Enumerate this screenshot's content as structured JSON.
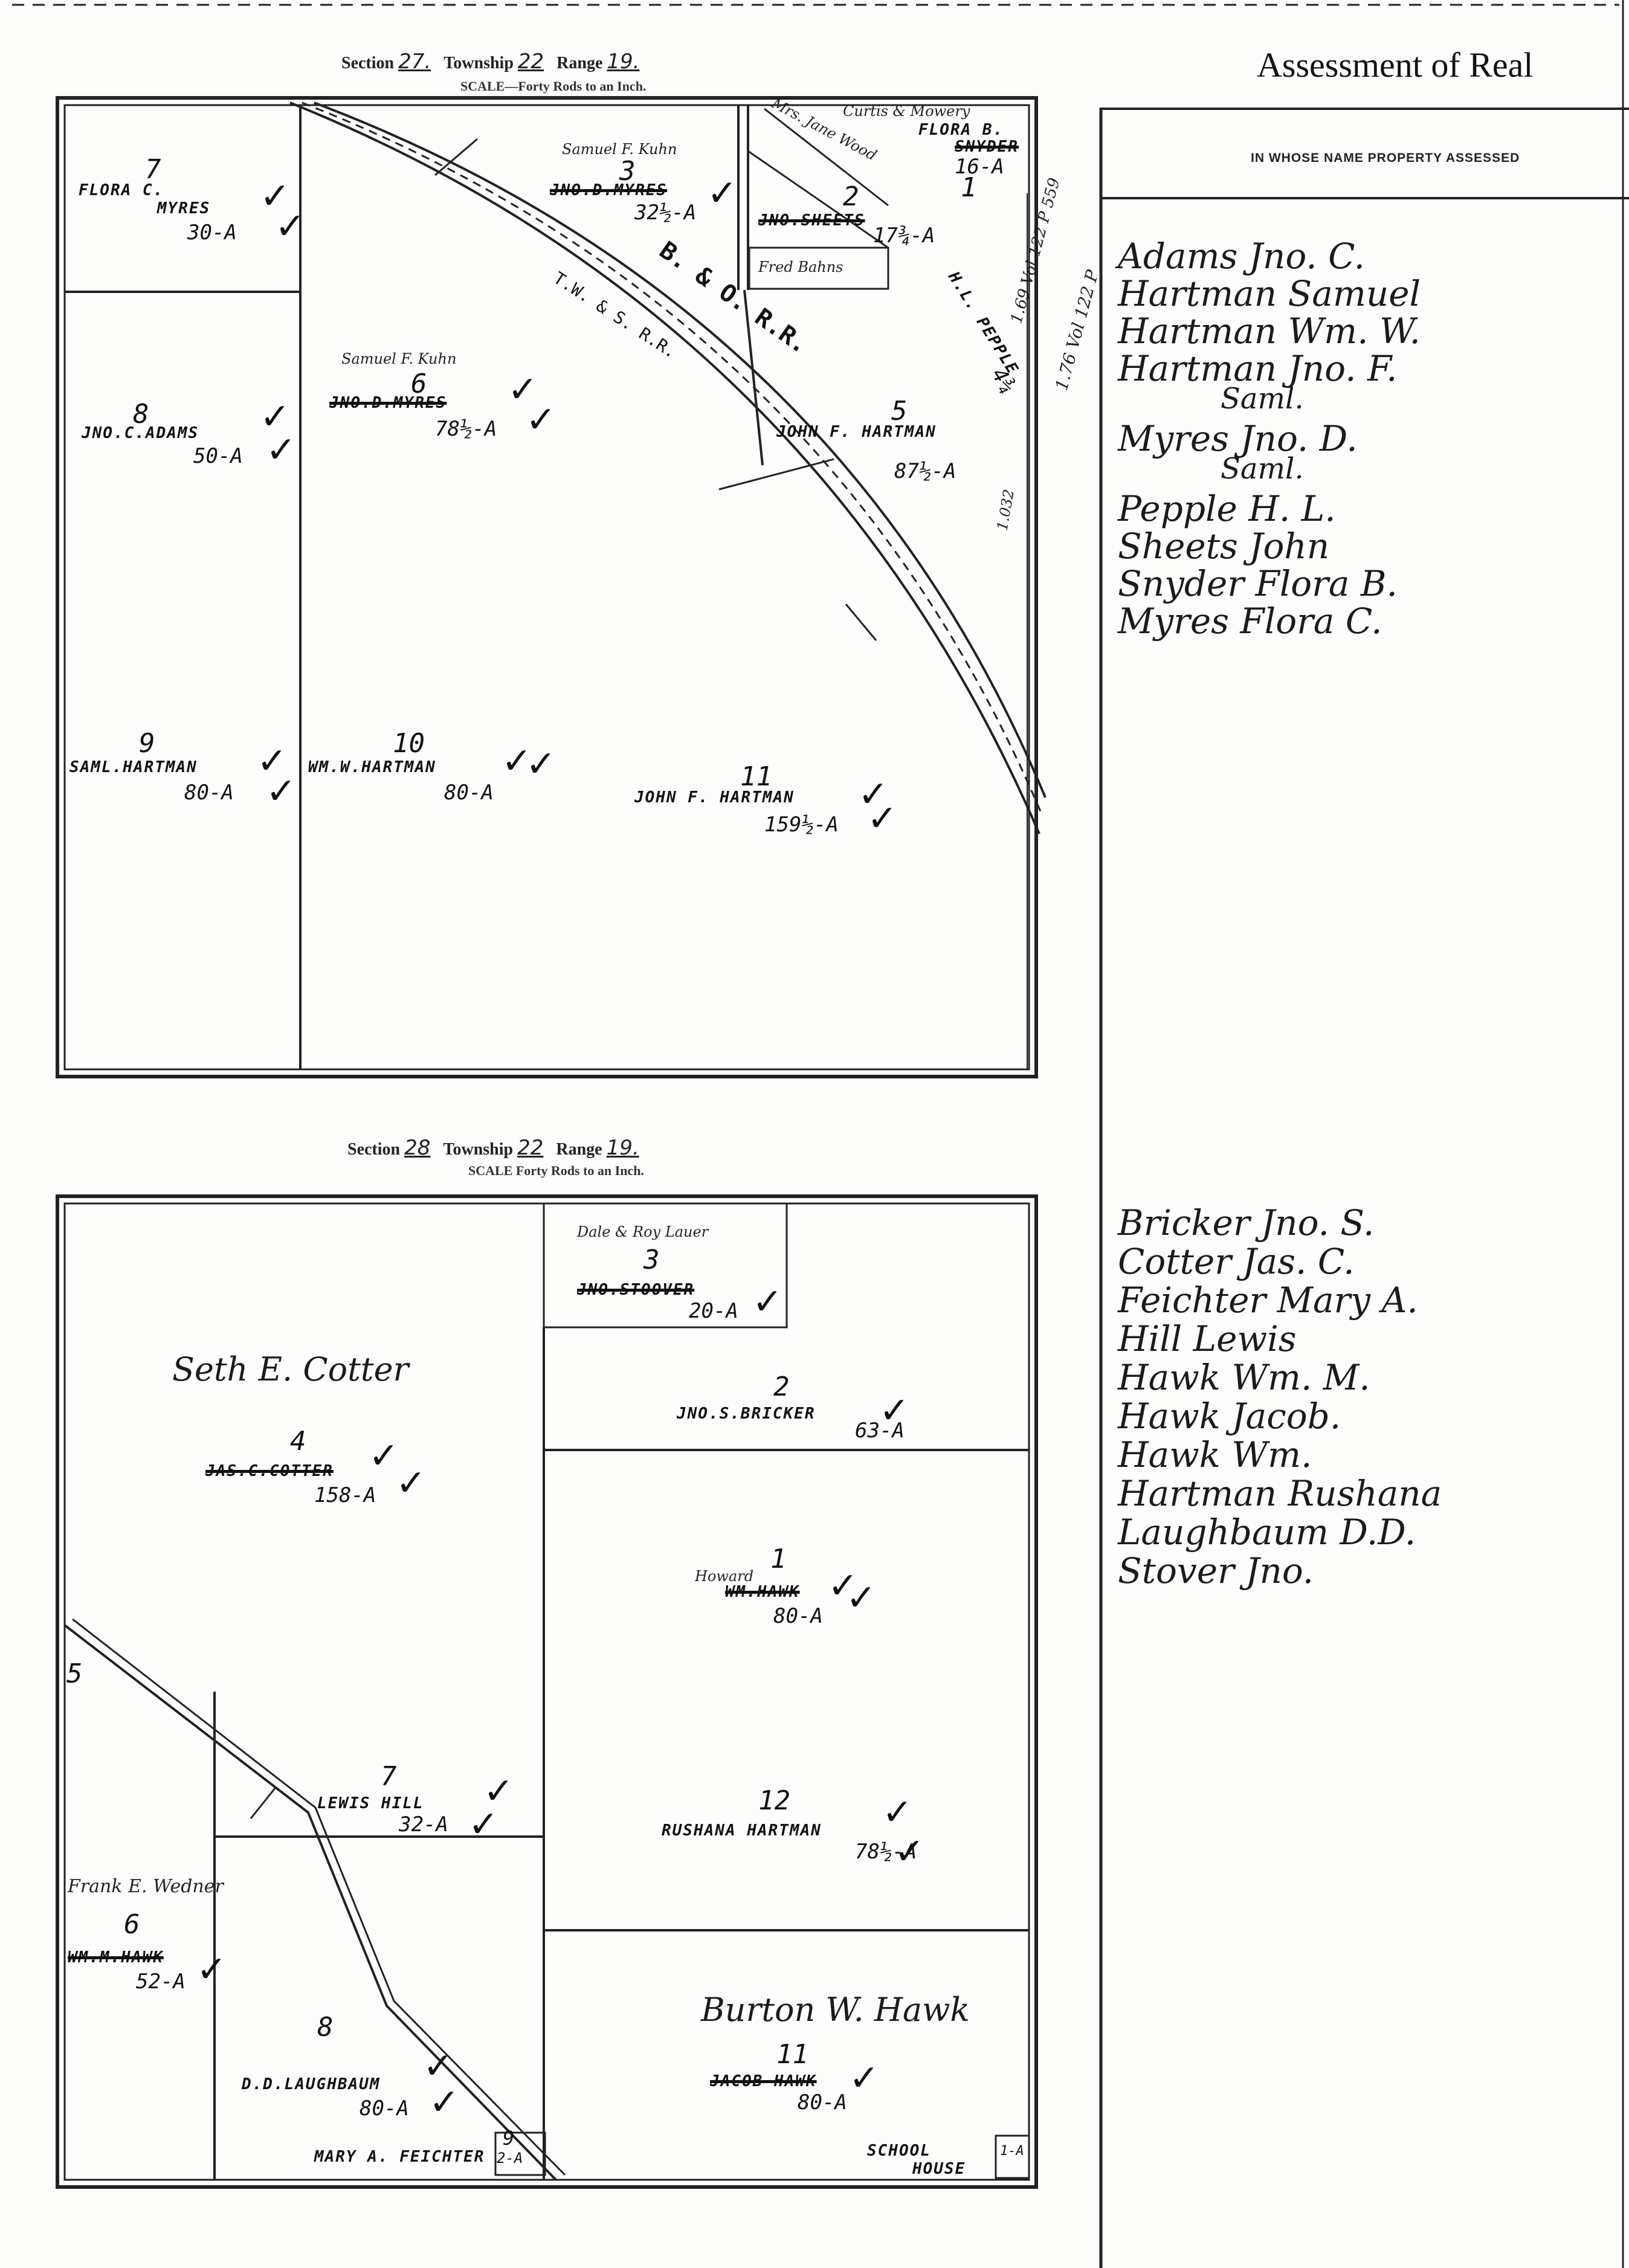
{
  "header": {
    "assessment_title": "Assessment of Real",
    "column_heading": "IN WHOSE NAME PROPERTY ASSESSED"
  },
  "section27": {
    "section_label": "Section",
    "section_no": "27.",
    "township_label": "Township",
    "township_no": "22",
    "range_label": "Range",
    "range_no": "19.",
    "scale": "SCALE—Forty Rods to an Inch.",
    "railroad": "B. & O. R.R.",
    "railroad_sub": "T.W. & S. R.R.",
    "tracts": [
      {
        "no": "7",
        "owner": "FLORA C.",
        "owner2": "MYRES",
        "acres": "30-A"
      },
      {
        "no": "3",
        "note": "Samuel F. Kuhn",
        "owner": "JNO.D.MYRES",
        "acres": "32½-A"
      },
      {
        "no": "2",
        "note": "Fred Bahns",
        "note2": "Mrs. Jane Wood",
        "owner": "JNO.SHEETS",
        "acres": "17¾-A"
      },
      {
        "no": "1",
        "note": "Curtis & Mowery",
        "owner": "FLORA B.",
        "owner2": "SNYDER",
        "acres": "16-A"
      },
      {
        "no": "8",
        "owner": "JNO.C.ADAMS",
        "acres": "50-A"
      },
      {
        "no": "6",
        "note": "Samuel F. Kuhn",
        "owner": "JNO.D.MYRES",
        "acres": "78½-A"
      },
      {
        "no": "5",
        "owner": "JOHN F. HARTMAN",
        "acres": "87½-A"
      },
      {
        "no": "4",
        "owner": "H.L. PEPPLE",
        "acres": "4¾"
      },
      {
        "no": "9",
        "owner": "SAML.HARTMAN",
        "acres": "80-A"
      },
      {
        "no": "10",
        "owner": "WM.W.HARTMAN",
        "acres": "80-A"
      },
      {
        "no": "11",
        "owner": "JOHN F. HARTMAN",
        "acres": "159½-A"
      }
    ],
    "margin_notes": [
      "1.69 Vol 122 P 559",
      "1.76 Vol 122 P",
      "1.032"
    ]
  },
  "section28": {
    "section_label": "Section",
    "section_no": "28",
    "township_label": "Township",
    "township_no": "22",
    "range_label": "Range",
    "range_no": "19.",
    "scale": "SCALE Forty Rods to an Inch.",
    "tracts": [
      {
        "no": "3",
        "note": "Dale & Roy Lauer",
        "owner": "JNO.STOOVER",
        "acres": "20-A"
      },
      {
        "no": "2",
        "owner": "JNO.S.BRICKER",
        "acres": "63-A"
      },
      {
        "no": "4",
        "note": "Seth E. Cotter",
        "owner": "JAS.C.COTTER",
        "acres": "158-A"
      },
      {
        "no": "1",
        "note": "Howard",
        "owner": "WM.HAWK",
        "acres": "80-A"
      },
      {
        "no": "5"
      },
      {
        "no": "7",
        "owner": "LEWIS HILL",
        "acres": "32-A"
      },
      {
        "no": "12",
        "owner": "RUSHANA HARTMAN",
        "acres": "78½-A"
      },
      {
        "no": "6",
        "note": "Frank E. Wedner",
        "owner": "WM.M.HAWK",
        "acres": "52-A"
      },
      {
        "no": "8",
        "owner": "D.D.LAUGHBAUM",
        "acres": "80-A"
      },
      {
        "no": "11",
        "note": "Burton W. Hawk",
        "owner": "JACOB HAWK",
        "acres": "80-A"
      },
      {
        "no": "9",
        "owner": "MARY A. FEICHTER",
        "acres": "2-A"
      },
      {
        "owner": "SCHOOL",
        "owner2": "HOUSE",
        "acres": "1-A"
      }
    ]
  },
  "names_section27": [
    "Adams Jno. C.",
    "Hartman Samuel",
    "Hartman Wm. W.",
    "Hartman Jno. F.",
    "Saml.",
    "Myres Jno. D.",
    "Saml.",
    "Pepple H. L.",
    "Sheets John",
    "Snyder Flora B.",
    "Myres Flora C."
  ],
  "names_section28": [
    "Bricker Jno. S.",
    "Cotter Jas. C.",
    "Feichter Mary A.",
    "Hill Lewis",
    "Hawk Wm. M.",
    "Hawk Jacob.",
    "Hawk Wm.",
    "Hartman Rushana",
    "Laughbaum D.D.",
    "Stover Jno."
  ]
}
